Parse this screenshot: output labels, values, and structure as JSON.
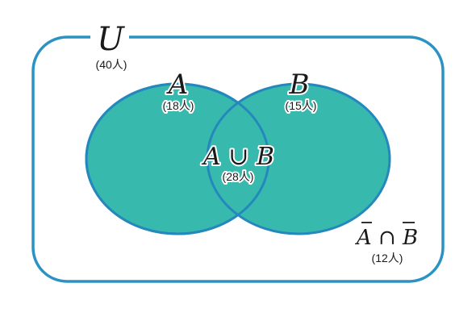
{
  "universe": {
    "symbol": "U",
    "count": "(40人)"
  },
  "set_a": {
    "symbol": "A",
    "count": "(18人)"
  },
  "set_b": {
    "symbol": "B",
    "count": "(15人)"
  },
  "union": {
    "symbol": "A ∪ B",
    "count": "(28人)"
  },
  "complement_intersection": {
    "symbol": "A ∩ B",
    "count": "(12人)"
  },
  "colors": {
    "fill": "#38b9ae",
    "stroke": "#2488bd",
    "frame": "#2a93c3"
  }
}
